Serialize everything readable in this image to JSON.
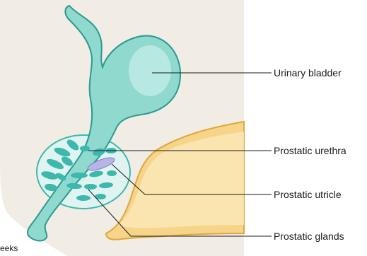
{
  "labels": {
    "urinary_bladder": "Urinary bladder",
    "prostatic_urethra": "Prostatic urethra",
    "prostatic_utricle": "Prostatic utricle",
    "prostatic_glands": "Prostatic glands"
  },
  "caption_fragment": "eeks",
  "colors": {
    "background_tissue": "#f1ece4",
    "bladder_fill": "#8fd9cf",
    "bladder_outline": "#2a9a92",
    "prostate_fill": "#dff4f1",
    "gland_fill": "#3cb8ad",
    "utricle_fill": "#b8b4e6",
    "vesicle_fill": "#f6d48a",
    "vesicle_outline": "#e0a83a",
    "leader_line": "#1a1a1a"
  }
}
